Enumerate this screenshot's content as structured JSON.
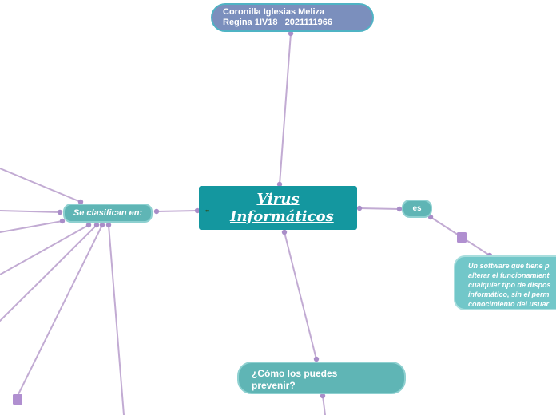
{
  "colors": {
    "connector": "#c2abd3",
    "connector_dot": "#a98dc8",
    "marker": "#b08fd0",
    "central": "#14979f",
    "pill": "#5fb5b5",
    "author": "#7b8fbd"
  },
  "author": {
    "line1": "Coronilla Iglesias Meliza",
    "line2": "Regina 1IV18   2021111966"
  },
  "central": {
    "line1": "Virus",
    "line2": "Informáticos",
    "grip_icon": "drag-handle-icon"
  },
  "branches": {
    "clasifican": "Se clasifican en:",
    "es": "es",
    "prevenir_line1": "¿Cómo los puedes",
    "prevenir_line2": "prevenir?"
  },
  "definition": {
    "lines": [
      "Un software que tiene p",
      "alterar el funcionamient",
      "cualquier tipo de dispos",
      "informático, sin el perm",
      "conocimiento del usuar"
    ]
  }
}
